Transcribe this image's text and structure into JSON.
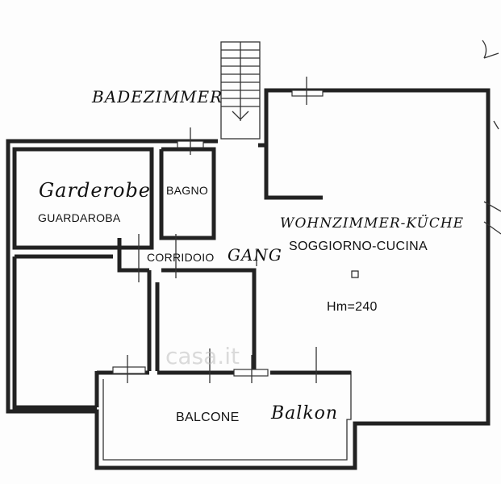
{
  "handwritten": {
    "badezimmer": "BADEZIMMER",
    "garderobe": "Garderobe",
    "wohnzimmer": "WOHNZIMMER-KÜCHE",
    "gang": "GANG",
    "balkon": "Balkon"
  },
  "rooms": {
    "bagno": "BAGNO",
    "guardaroba": "GUARDAROBA",
    "corridoio": "CORRIDOIO",
    "soggiorno": "SOGGIORNO-CUCINA",
    "height": "Hm=240",
    "balcone": "BALCONE"
  },
  "watermark": "casa.it"
}
